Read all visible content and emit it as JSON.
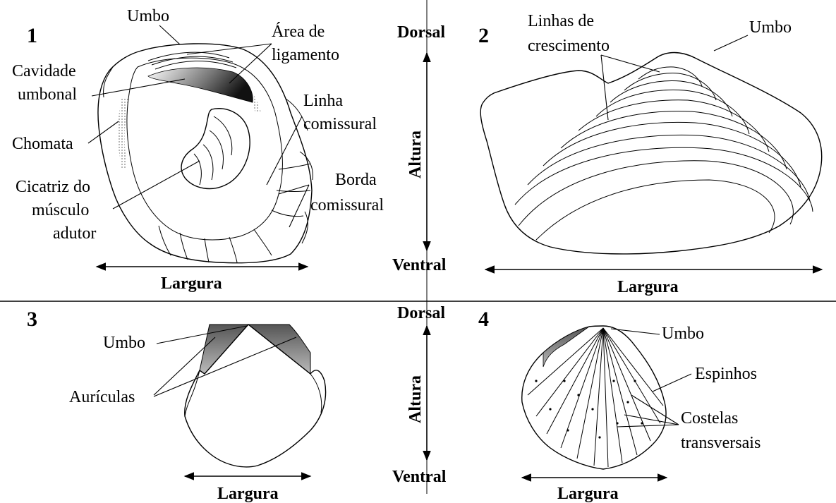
{
  "panels": {
    "p1": {
      "number": "1",
      "umbo": "Umbo",
      "area_ligamento": [
        "Área de",
        "ligamento"
      ],
      "cavidade_umbonal": [
        "Cavidade",
        "umbonal"
      ],
      "chomata": "Chomata",
      "linha_comissural": [
        "Linha",
        "comissural"
      ],
      "cicatriz": [
        "Cicatriz do",
        "músculo",
        "adutor"
      ],
      "borda_comissural": [
        "Borda",
        "comissural"
      ],
      "largura": "Largura"
    },
    "p2": {
      "number": "2",
      "linhas_crescimento": [
        "Linhas de",
        "crescimento"
      ],
      "umbo": "Umbo",
      "largura": "Largura"
    },
    "p3": {
      "number": "3",
      "umbo": "Umbo",
      "auriculas": "Aurículas",
      "largura": "Largura"
    },
    "p4": {
      "number": "4",
      "umbo": "Umbo",
      "espinhos": "Espinhos",
      "costelas": [
        "Costelas",
        "transversais"
      ],
      "largura": "Largura"
    }
  },
  "axis_top": {
    "dorsal": "Dorsal",
    "ventral": "Ventral",
    "altura": "Altura"
  },
  "axis_bottom": {
    "dorsal": "Dorsal",
    "ventral": "Ventral",
    "altura": "Altura"
  }
}
